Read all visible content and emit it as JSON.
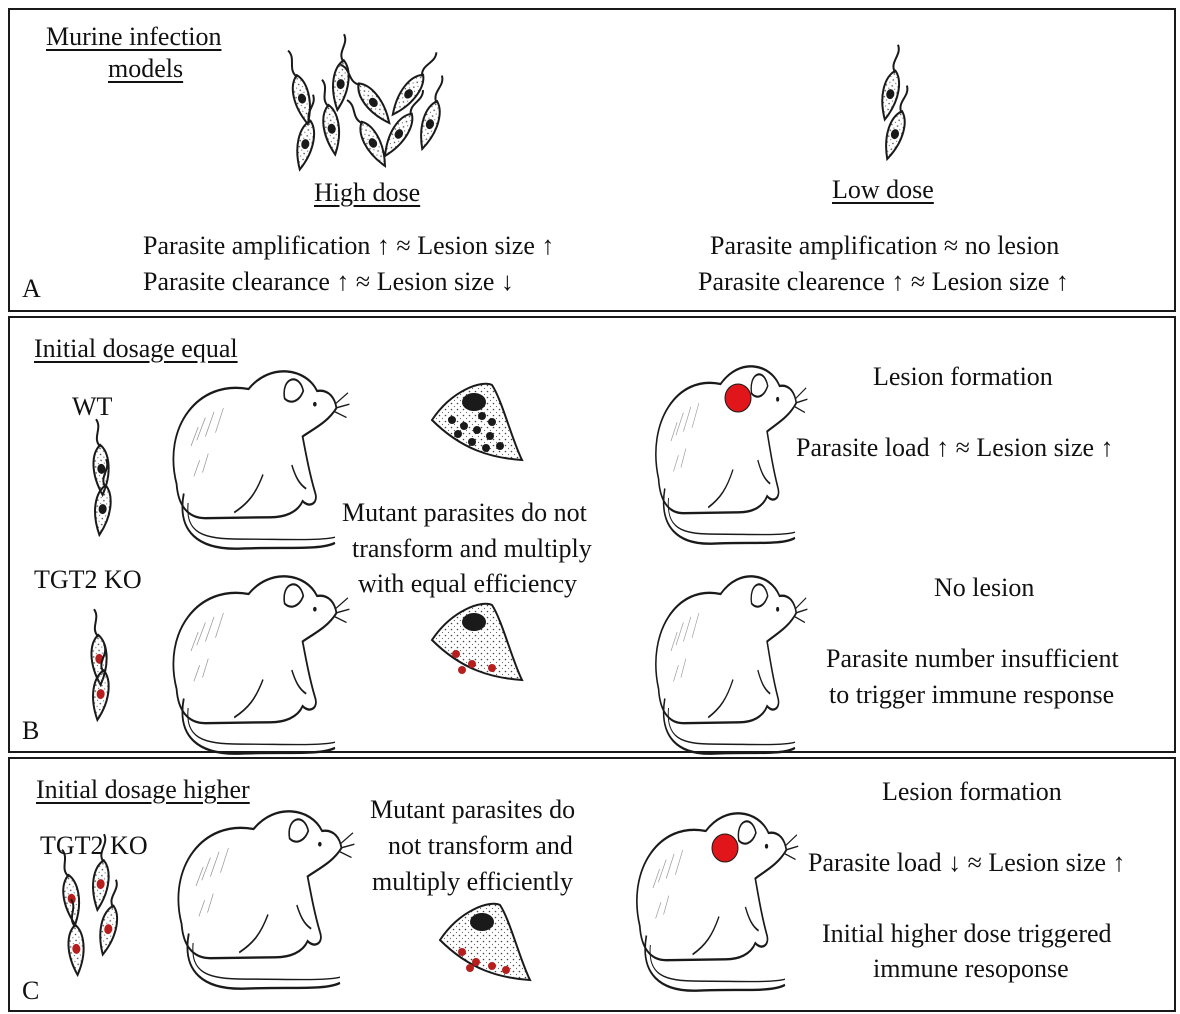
{
  "panel_a": {
    "letter": "A",
    "heading_line1": "Murine infection",
    "heading_line2": "models",
    "high_dose_label": "High dose",
    "low_dose_label": "Low dose",
    "high_line1": "Parasite amplification ↑ ≈ Lesion size ↑",
    "high_line2": "Parasite clearance ↑ ≈ Lesion size ↓",
    "low_line1": "Parasite amplification ≈ no lesion",
    "low_line2": "Parasite clearence ↑ ≈ Lesion size ↑"
  },
  "panel_b": {
    "letter": "B",
    "heading": "Initial dosage equal",
    "wt_label": "WT",
    "ko_label": "TGT2 KO",
    "middle_line1": "Mutant parasites do not",
    "middle_line2": "transform and multiply",
    "middle_line3": "with equal efficiency",
    "wt_outcome_title": "Lesion formation",
    "wt_outcome_text": "Parasite load ↑ ≈ Lesion size ↑",
    "ko_outcome_title": "No lesion",
    "ko_outcome_line1": "Parasite number insufficient",
    "ko_outcome_line2": "to trigger immune response"
  },
  "panel_c": {
    "letter": "C",
    "heading": "Initial dosage higher",
    "ko_label": "TGT2 KO",
    "middle_line1": "Mutant parasites do",
    "middle_line2": "not transform and",
    "middle_line3": "multiply efficiently",
    "outcome_title": "Lesion formation",
    "outcome_text": "Parasite load ↓ ≈ Lesion size ↑",
    "outcome_line1": "Initial higher dose triggered",
    "outcome_line2": "immune resoponse"
  },
  "colors": {
    "lesion": "#e0161b",
    "amastigote_mutant": "#b5201f",
    "outline": "#1a1a1a"
  },
  "icons": [
    "promastigote-icon",
    "mouse-icon",
    "macrophage-icon",
    "lesion-icon"
  ]
}
